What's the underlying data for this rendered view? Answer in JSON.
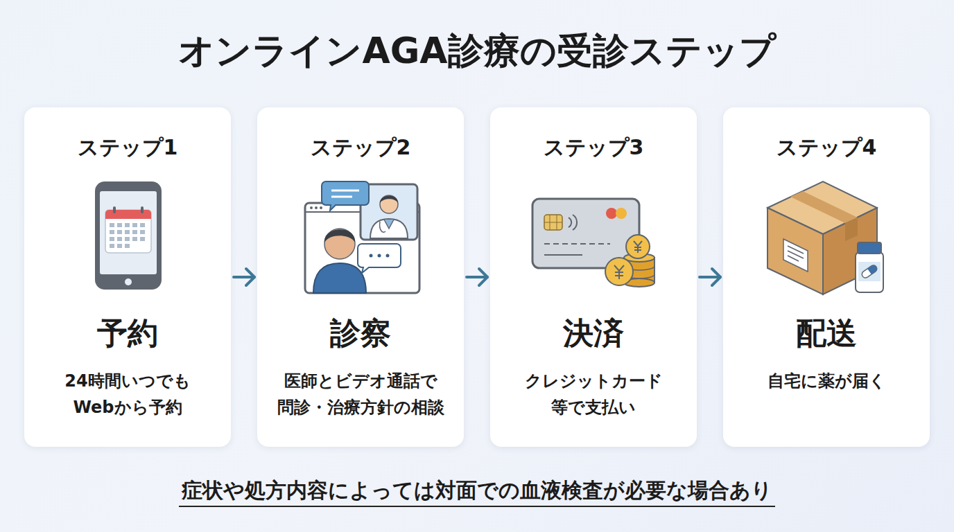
{
  "diagram": {
    "title": "オンラインAGA診療の受診ステップ",
    "caption": "症状や処方内容によっては対面での血液検査が必要な場合あり",
    "nodes": [
      {
        "text": [
          "ステップ1",
          "予約",
          "24時間いつでも Webから予約"
        ]
      },
      {
        "text": [
          "ステップ2",
          "診察",
          "医師とビデオ通話で 問診・治療方針の相談"
        ]
      },
      {
        "text": [
          "ステップ3",
          "決済",
          "クレジットカード 等で支払い"
        ]
      },
      {
        "text": [
          "ステップ4",
          "配送",
          "自宅に薬が届く"
        ]
      }
    ],
    "edges": [
      {
        "from": 0,
        "to": 1,
        "arrow": "to"
      },
      {
        "from": 1,
        "to": 2,
        "arrow": "to"
      },
      {
        "from": 2,
        "to": 3,
        "arrow": "to"
      }
    ]
  }
}
